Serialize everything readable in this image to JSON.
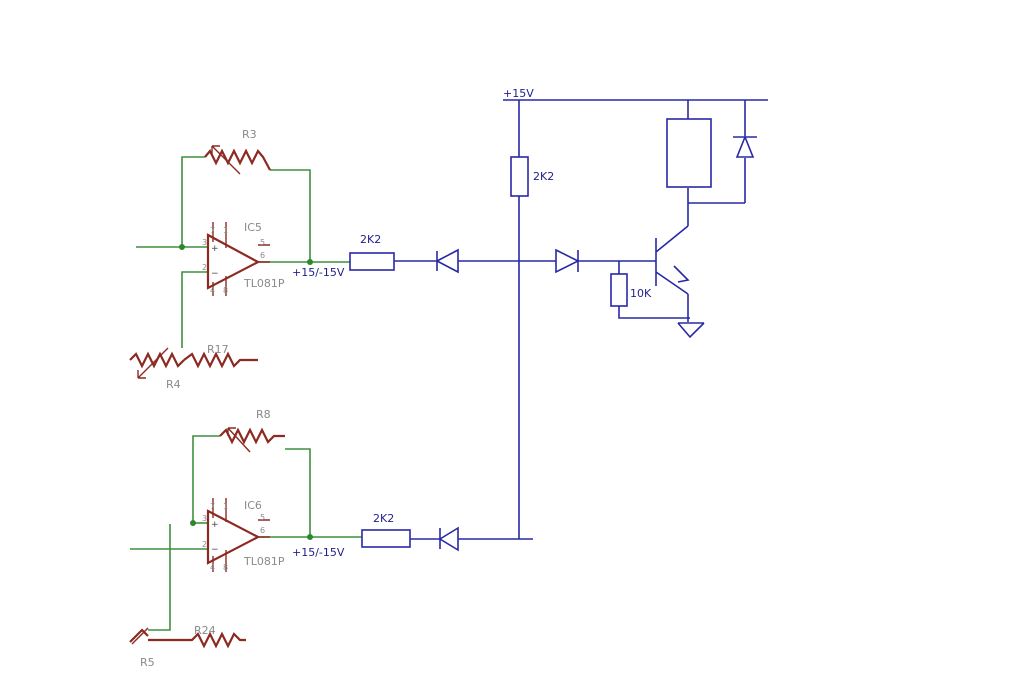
{
  "schematic": {
    "upper_stage": {
      "feedback_pot": "R3",
      "opamp_ref": "IC5",
      "opamp_part": "TL081P",
      "supply": "+15/-15V",
      "input_pot": "R4",
      "input_resistor": "R17",
      "series_resistor": "2K2",
      "pins": {
        "noninv": "3",
        "inv": "2",
        "p7": "7",
        "p4": "4",
        "p5": "5",
        "out": "6",
        "p8": "8",
        "p1": "1"
      }
    },
    "lower_stage": {
      "feedback_pot": "R8",
      "opamp_ref": "IC6",
      "opamp_part": "TL081P",
      "supply": "+15/-15V",
      "input_pot": "R5",
      "input_resistor": "R24",
      "series_resistor": "2K2",
      "pins": {
        "noninv": "3",
        "inv": "2",
        "p7": "7",
        "p4": "4",
        "p5": "5",
        "out": "6",
        "p8": "8",
        "p1": "1"
      }
    },
    "driver": {
      "supply_label": "+15V",
      "pullup_resistor": "2K2",
      "base_resistor": "10K"
    },
    "colors": {
      "green_wire": "#3f8f3f",
      "blue_wire": "#2828a6",
      "component": "#8c2a22",
      "label_grey": "#8a8a8a"
    }
  }
}
